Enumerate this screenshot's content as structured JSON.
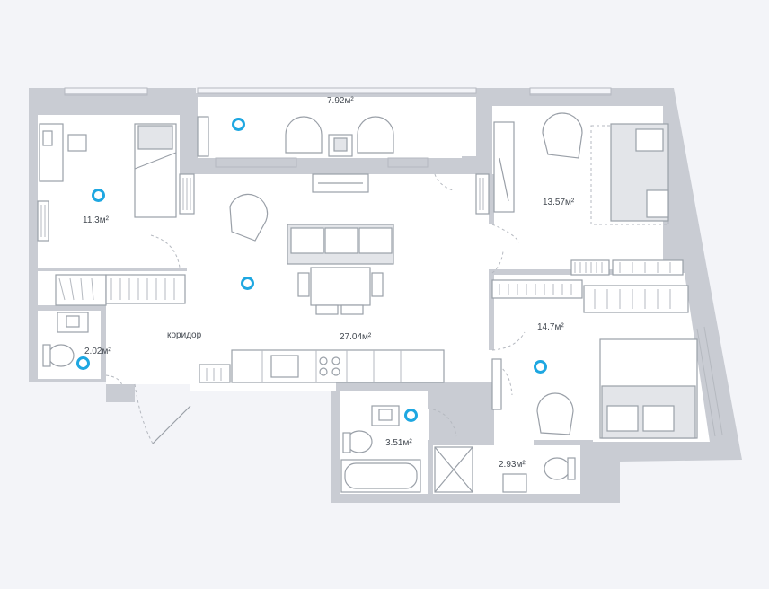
{
  "rooms": [
    {
      "id": "balcony",
      "area": "7.92м²"
    },
    {
      "id": "bedroom-left",
      "area": "11.3м²"
    },
    {
      "id": "living-kitchen",
      "area": "27.04м²"
    },
    {
      "id": "bedroom-top-right",
      "area": "13.57м²"
    },
    {
      "id": "bedroom-bottom-right",
      "area": "14.7м²"
    },
    {
      "id": "wc-left",
      "area": "2.02м²"
    },
    {
      "id": "bathroom",
      "area": "3.51м²"
    },
    {
      "id": "wc-right",
      "area": "2.93м²"
    },
    {
      "id": "corridor",
      "area": "коридор"
    }
  ],
  "colors": {
    "marker": "#1ea7e1",
    "wall": "#c9ccd3",
    "floor": "#ffffff",
    "background": "#f3f4f8"
  }
}
